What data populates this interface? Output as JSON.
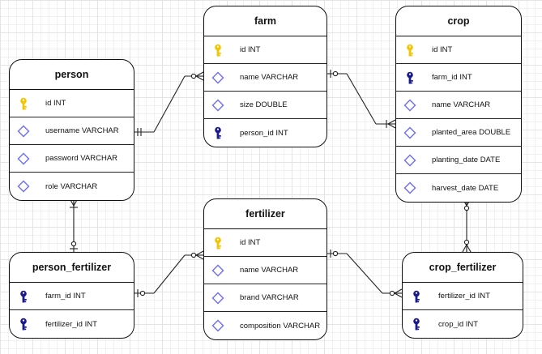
{
  "colors": {
    "primary_key_icon": "#f2c500",
    "foreign_key_icon": "#1a1a8c",
    "attribute_icon": "#6b6bff",
    "line": "#222222",
    "border": "#111111"
  },
  "entities": {
    "person": {
      "title": "person",
      "attributes": [
        {
          "text": "id INT",
          "icon": "primary-key-icon"
        },
        {
          "text": "username VARCHAR",
          "icon": "attribute-icon"
        },
        {
          "text": "password VARCHAR",
          "icon": "attribute-icon"
        },
        {
          "text": "role VARCHAR",
          "icon": "attribute-icon"
        }
      ]
    },
    "farm": {
      "title": "farm",
      "attributes": [
        {
          "text": "id INT",
          "icon": "primary-key-icon"
        },
        {
          "text": "name VARCHAR",
          "icon": "attribute-icon"
        },
        {
          "text": "size DOUBLE",
          "icon": "attribute-icon"
        },
        {
          "text": "person_id INT",
          "icon": "foreign-key-icon"
        }
      ]
    },
    "crop": {
      "title": "crop",
      "attributes": [
        {
          "text": "id INT",
          "icon": "primary-key-icon"
        },
        {
          "text": "farm_id INT",
          "icon": "foreign-key-icon"
        },
        {
          "text": "name VARCHAR",
          "icon": "attribute-icon"
        },
        {
          "text": "planted_area DOUBLE",
          "icon": "attribute-icon"
        },
        {
          "text": "planting_date DATE",
          "icon": "attribute-icon"
        },
        {
          "text": "harvest_date DATE",
          "icon": "attribute-icon"
        }
      ]
    },
    "fertilizer": {
      "title": "fertilizer",
      "attributes": [
        {
          "text": "id INT",
          "icon": "primary-key-icon"
        },
        {
          "text": "name VARCHAR",
          "icon": "attribute-icon"
        },
        {
          "text": "brand VARCHAR",
          "icon": "attribute-icon"
        },
        {
          "text": "composition VARCHAR",
          "icon": "attribute-icon"
        }
      ]
    },
    "person_fertilizer": {
      "title": "person_fertilizer",
      "attributes": [
        {
          "text": "farm_id INT",
          "icon": "foreign-key-icon"
        },
        {
          "text": "fertilizer_id INT",
          "icon": "foreign-key-icon"
        }
      ]
    },
    "crop_fertilizer": {
      "title": "crop_fertilizer",
      "attributes": [
        {
          "text": "fertilizer_id INT",
          "icon": "foreign-key-icon"
        },
        {
          "text": "crop_id INT",
          "icon": "foreign-key-icon"
        }
      ]
    }
  },
  "relationships": [
    {
      "from": "person",
      "to": "farm",
      "from_end": "one-only",
      "to_end": "zero-or-many"
    },
    {
      "from": "farm",
      "to": "crop",
      "from_end": "zero-or-one",
      "to_end": "one-or-many"
    },
    {
      "from": "person",
      "to": "person_fertilizer",
      "from_end": "one-or-many",
      "to_end": "zero-or-one"
    },
    {
      "from": "person_fertilizer",
      "to": "fertilizer",
      "from_end": "zero-or-one",
      "to_end": "zero-or-many"
    },
    {
      "from": "fertilizer",
      "to": "crop_fertilizer",
      "from_end": "zero-or-one",
      "to_end": "zero-or-many"
    },
    {
      "from": "crop",
      "to": "crop_fertilizer",
      "from_end": "zero-or-many",
      "to_end": "zero-or-many"
    }
  ]
}
